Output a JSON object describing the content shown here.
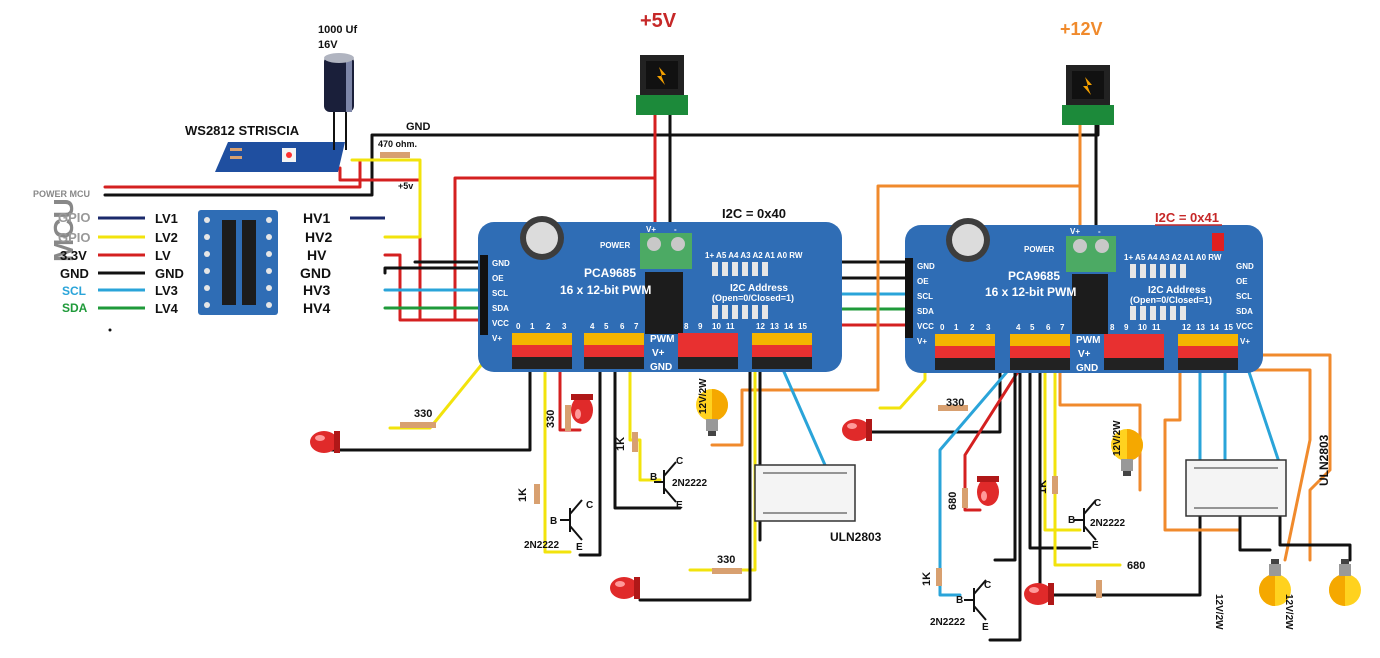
{
  "power": {
    "v5": "+5V",
    "v12": "+12V",
    "capacitor_value": "1000 Uf",
    "capacitor_voltage": "16V",
    "gnd_label": "GND",
    "plus5_label": "+5v",
    "resistor_470": "470 ohm.",
    "power_mcu": "POWER MCU",
    "power_word": "POWER"
  },
  "strip": {
    "title": "WS2812 STRISCIA"
  },
  "mcu": {
    "title": "MCU",
    "pins": [
      {
        "label": "GPIO",
        "level": "LV1",
        "hv": "HV1",
        "color": "#1b2a6b"
      },
      {
        "label": "GPIO",
        "level": "LV2",
        "hv": "HV2",
        "color": "#f2e30c"
      },
      {
        "label": "3.3V",
        "level": "LV",
        "hv": "HV",
        "color": "#d42020"
      },
      {
        "label": "GND",
        "level": "GND",
        "hv": "GND",
        "color": "#111111"
      },
      {
        "label": "SCL",
        "level": "LV3",
        "hv": "HV3",
        "color": "#2aa4d9"
      },
      {
        "label": "SDA",
        "level": "LV4",
        "hv": "HV4",
        "color": "#1f9a3a"
      }
    ],
    "shifter_lv": [
      "LV1",
      "LV2",
      "LV",
      "GND",
      "LV3",
      "LV4"
    ],
    "shifter_hv": [
      "HV1",
      "HV2",
      "HV",
      "GND",
      "HV3",
      "HV4"
    ]
  },
  "board1": {
    "address": "I2C = 0x40",
    "chip": "PCA9685",
    "subtitle": "16 x 12-bit PWM",
    "addr_note1": "I2C Address",
    "addr_note2": "(Open=0/Closed=1)",
    "addr_bits": "1+ A5 A4 A3 A2 A1 A0 RW",
    "left_pins": [
      "GND",
      "OE",
      "SCL",
      "SDA",
      "VCC",
      "V+"
    ],
    "channels": [
      "0",
      "1",
      "2",
      "3",
      "4",
      "5",
      "6",
      "7",
      "8",
      "9",
      "10",
      "11",
      "12",
      "13",
      "14",
      "15"
    ],
    "rail": [
      "PWM",
      "V+",
      "GND"
    ],
    "terminal": [
      "V+",
      "-"
    ]
  },
  "board2": {
    "address": "I2C = 0x41",
    "chip": "PCA9685",
    "subtitle": "16 x 12-bit PWM",
    "addr_note1": "I2C Address",
    "addr_note2": "(Open=0/Closed=1)",
    "addr_bits": "1+ A5 A4 A3 A2 A1 A0 RW",
    "left_pins": [
      "GND",
      "OE",
      "SCL",
      "SDA",
      "VCC",
      "V+"
    ],
    "right_pins": [
      "GND",
      "OE",
      "SCL",
      "SDA",
      "VCC",
      "V+"
    ],
    "channels": [
      "0",
      "1",
      "2",
      "3",
      "4",
      "5",
      "6",
      "7",
      "8",
      "9",
      "10",
      "11",
      "12",
      "13",
      "14",
      "15"
    ],
    "rail": [
      "PWM",
      "V+",
      "GND"
    ],
    "terminal": [
      "V+",
      "-"
    ]
  },
  "components": {
    "r330_a": "330",
    "r330_b": "330",
    "r330_c": "330",
    "r330_d": "330",
    "r1k_a": "1K",
    "r1k_b": "1K",
    "r1k_c": "1K",
    "r1k_d": "1K",
    "r680_a": "680",
    "r680_b": "680",
    "t1": "2N2222",
    "t2": "2N2222",
    "t3": "2N2222",
    "t4": "2N2222",
    "pin_b": "B",
    "pin_c": "C",
    "pin_e": "E",
    "bulb_a": "12V/2W",
    "bulb_b": "12V/2W",
    "bulb_c": "12V/2W",
    "bulb_d": "12V/2W",
    "uln_a": "ULN2803",
    "uln_b": "ULN2803"
  },
  "colors": {
    "red": "#d42020",
    "black": "#111111",
    "yellow": "#f2e30c",
    "blue": "#2aa4d9",
    "green": "#1f9a3a",
    "orange": "#f08a2c",
    "navy": "#1b2a6b",
    "board": "#2f6db5"
  }
}
